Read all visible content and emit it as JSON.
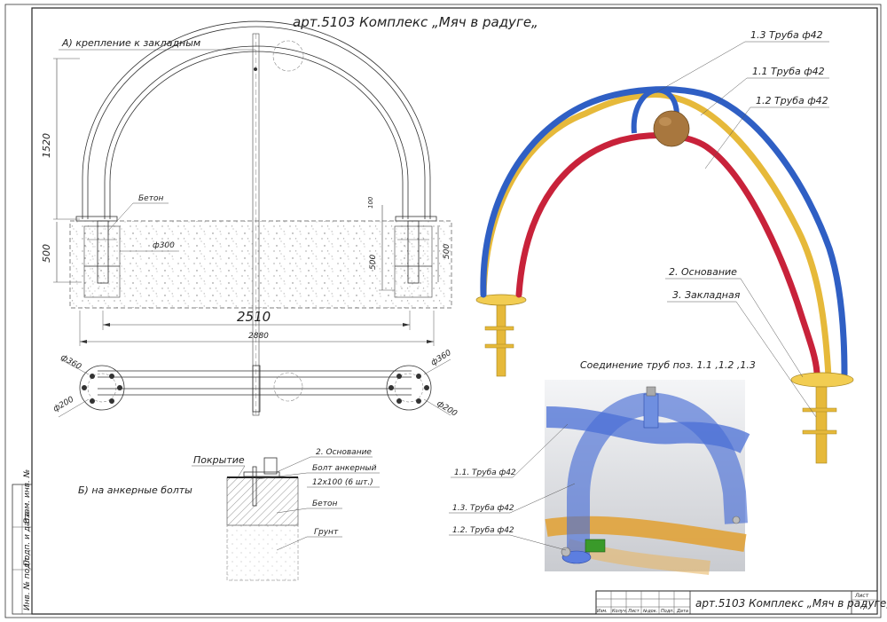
{
  "title": "арт.5103 Комплекс „Мяч в радуге„",
  "stamp": {
    "title": "арт.5103 Комплекс „Мяч в радуге„",
    "sheet_label": "Лист",
    "sheet_number": "7",
    "columns": [
      "Изм.",
      "Колуч.",
      "Лист",
      "№док.",
      "Подп.",
      "Дата"
    ]
  },
  "side_stamp": [
    "Инв. № подл.",
    "Подп. и дата",
    "Взам. инв. №"
  ],
  "front_view": {
    "caption": "А) крепление к закладным",
    "concrete_label": "Бетон",
    "dims": {
      "height": "1520",
      "foundation_depth": "500",
      "inner_span": "2510",
      "overall_span": "2880",
      "pit_diameter": "ф300",
      "right_top": "100",
      "right_depth_a": "500",
      "right_depth_b": "500"
    }
  },
  "plan_view": {
    "dims": {
      "left_outer": "ф360",
      "left_inner": "ф200",
      "right_outer": "ф360",
      "right_inner": "ф200"
    }
  },
  "anchor_detail": {
    "caption": "Б) на анкерные болты",
    "labels": {
      "covering": "Покрытие",
      "base": "2. Основание",
      "bolt_line1": "Болт анкерный",
      "bolt_line2": "12х100 (6 шт.)",
      "concrete": "Бетон",
      "soil": "Грунт"
    }
  },
  "iso_view": {
    "callouts": {
      "pipe13": "1.3 Труба ф42",
      "pipe11": "1.1 Труба ф42",
      "pipe12": "1.2 Труба ф42",
      "base": "2. Основание",
      "embed": "3. Закладная"
    }
  },
  "joint_view": {
    "caption": "Соединение труб поз. 1.1 ,1.2 ,1.3",
    "callouts": {
      "pipe11": "1.1. Труба ф42",
      "pipe13": "1.3. Труба ф42",
      "pipe12": "1.2. Труба ф42"
    }
  },
  "colors": {
    "blue_pipe": "#2f5fc4",
    "red_pipe": "#c8223a",
    "yellow_pipe": "#e6b93a",
    "ball": "#a8773e",
    "joint_blue": "#4a6fd6",
    "joint_orange": "#e2a030",
    "joint_green": "#3a9a2a"
  }
}
